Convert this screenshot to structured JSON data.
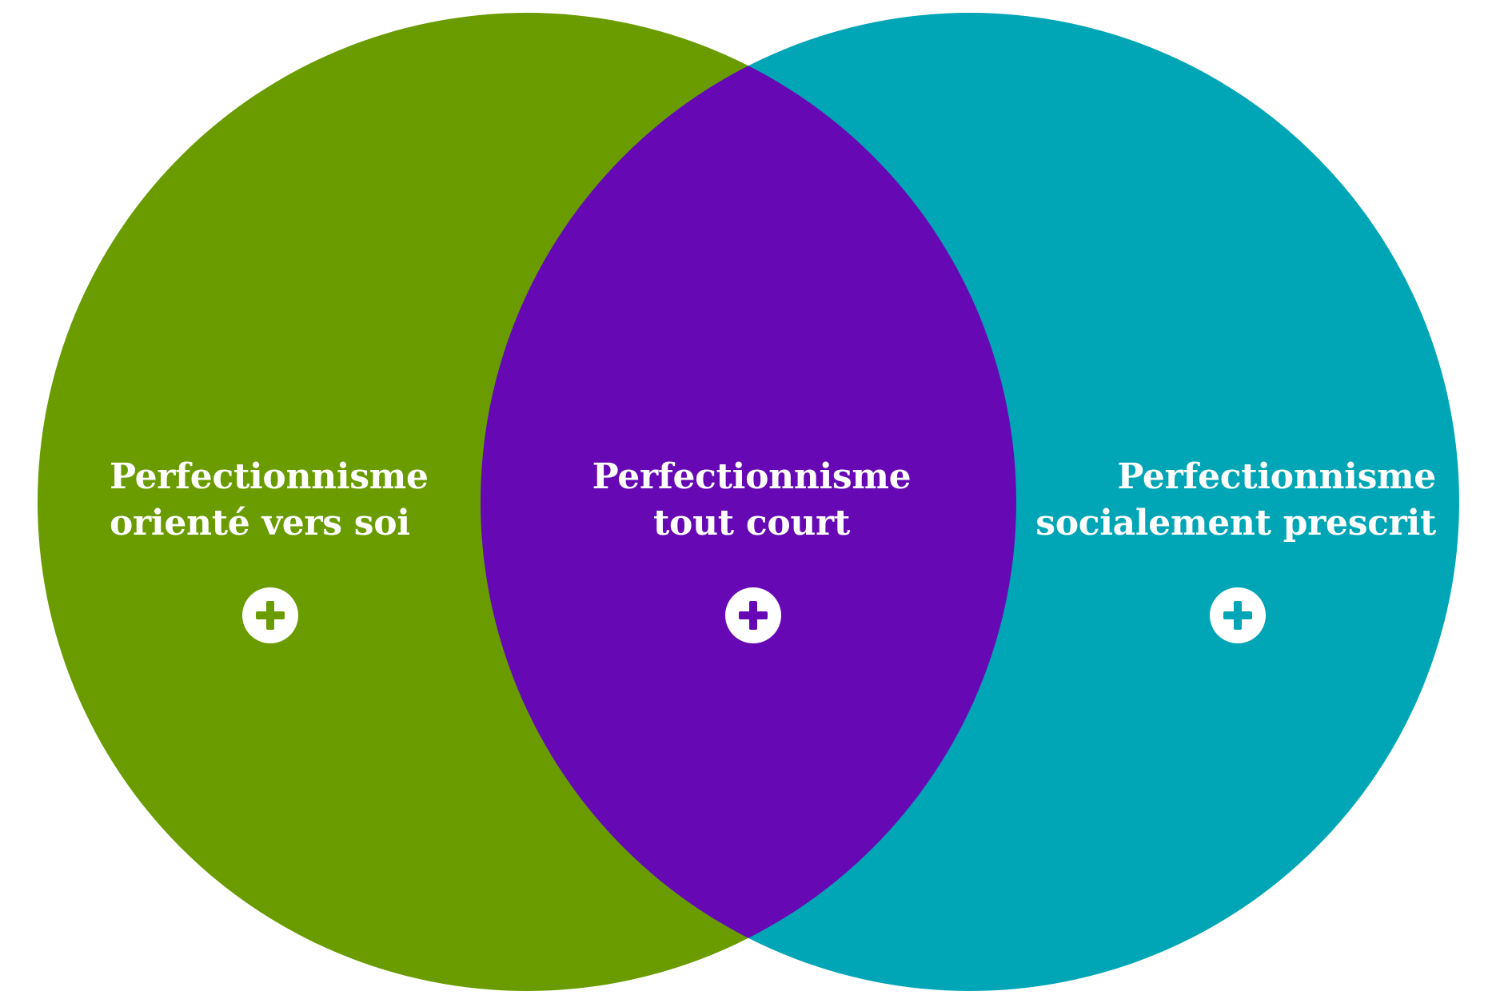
{
  "colors": {
    "left_circle": "#6a9c00",
    "right_circle": "#00a5b6",
    "overlap": "#6608b3",
    "text": "#ffffff"
  },
  "left": {
    "line1": "Perfectionnisme",
    "line2": "orienté vers soi",
    "icon": "plus-icon"
  },
  "center": {
    "line1": "Perfectionnisme",
    "line2": "tout court",
    "icon": "plus-icon"
  },
  "right": {
    "line1": "Perfectionnisme",
    "line2": "socialement prescrit",
    "icon": "plus-icon"
  }
}
